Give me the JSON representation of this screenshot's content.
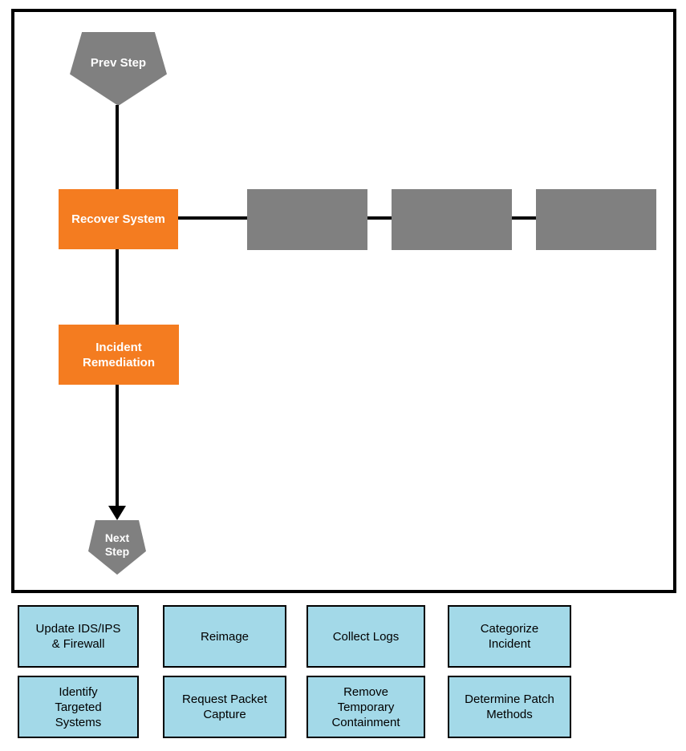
{
  "diagram": {
    "prev_step_label": "Prev Step",
    "next_step_label": "Next\nStep",
    "nodes": {
      "recover_system": "Recover System",
      "incident_remediation": "Incident\nRemediation"
    },
    "empty_slot_count": 3
  },
  "options": [
    {
      "label": "Update IDS/IPS\n& Firewall"
    },
    {
      "label": "Reimage"
    },
    {
      "label": "Collect Logs"
    },
    {
      "label": "Categorize\nIncident"
    },
    {
      "label": "Identify\nTargeted\nSystems"
    },
    {
      "label": "Request Packet\nCapture"
    },
    {
      "label": "Remove\nTemporary\nContainment"
    },
    {
      "label": "Determine Patch\nMethods"
    }
  ],
  "colors": {
    "node_orange": "#F47C20",
    "placeholder_gray": "#808080",
    "option_blue": "#A3D9E8",
    "connector_black": "#000000",
    "frame_border": "#000000"
  }
}
